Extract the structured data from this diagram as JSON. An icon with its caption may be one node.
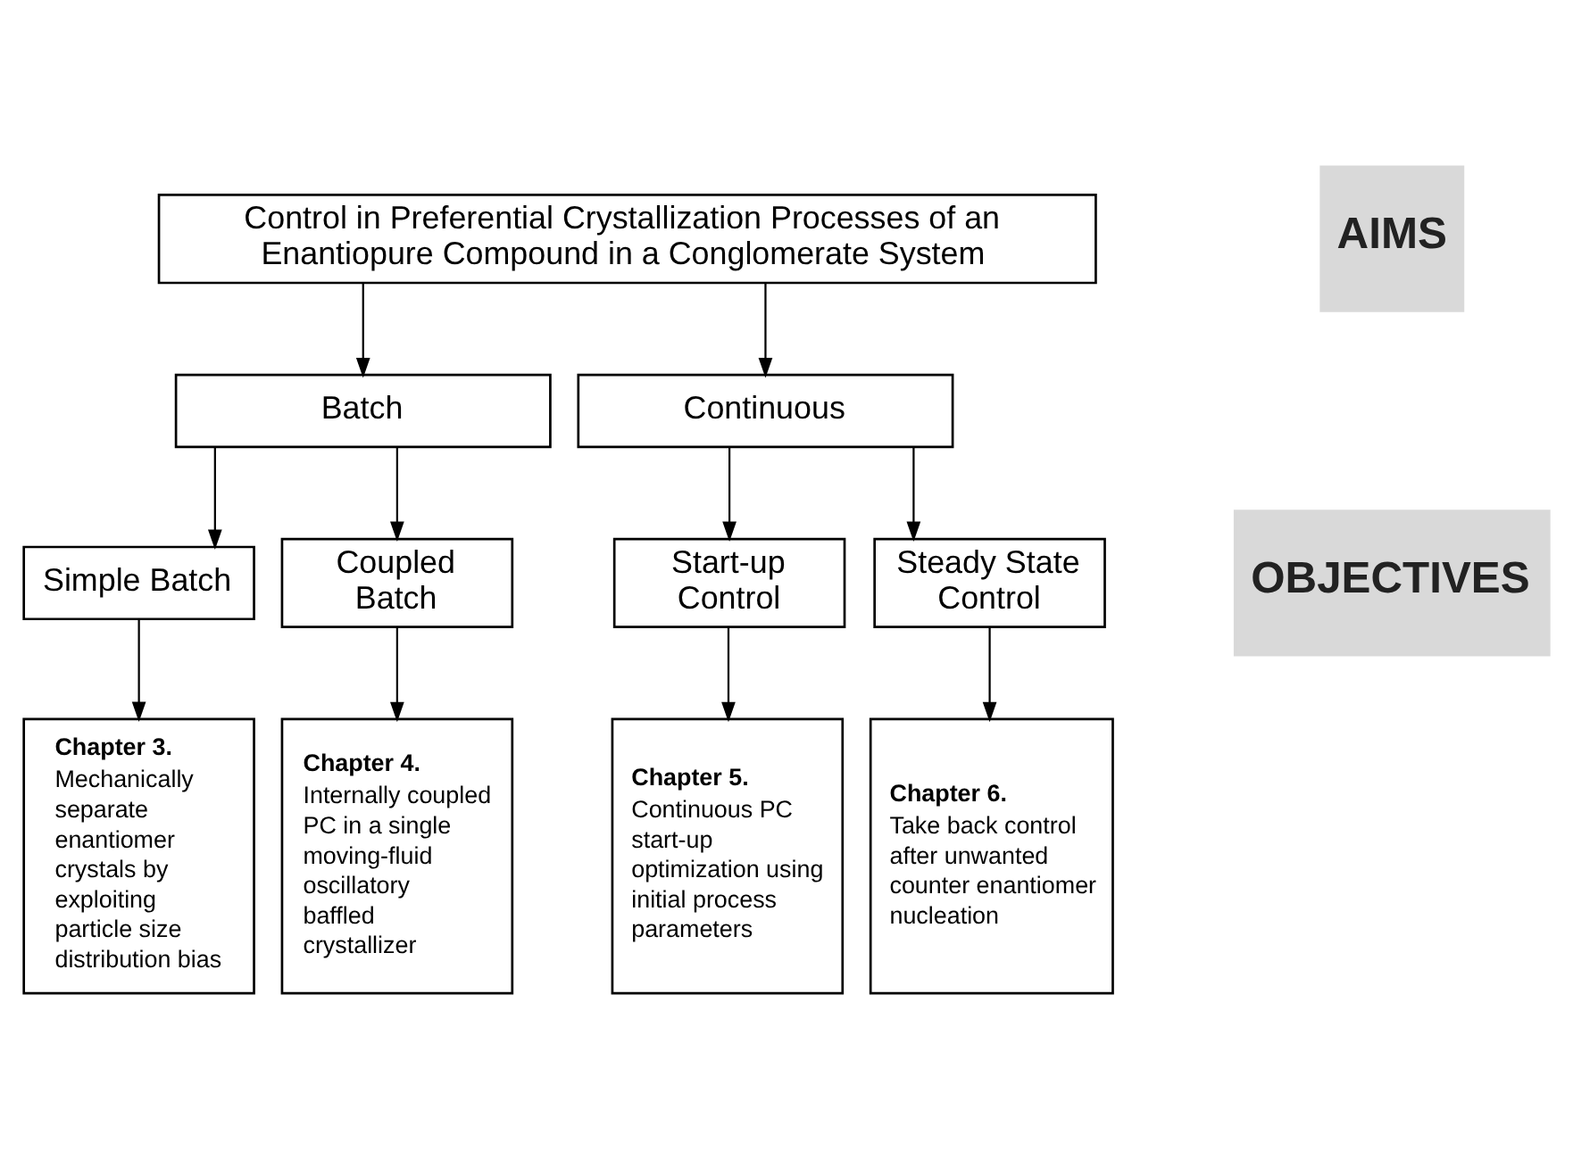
{
  "diagram": {
    "nodes": [
      {
        "text": [
          "Control in Preferential Crystallization Processes of an Enantiopure Compound in a Conglomerate System"
        ]
      },
      {
        "text": [
          "Batch"
        ]
      },
      {
        "text": [
          "Continuous"
        ]
      },
      {
        "text": [
          "Simple Batch"
        ]
      },
      {
        "text": [
          "Coupled Batch"
        ]
      },
      {
        "text": [
          "Start-up Control"
        ]
      },
      {
        "text": [
          "Steady State Control"
        ]
      },
      {
        "text": [
          "Chapter 3.",
          "Mechanically separate enantiomer crystals by exploiting particle size distribution bias"
        ]
      },
      {
        "text": [
          "Chapter 4.",
          "Internally coupled PC in a single moving-fluid oscillatory baffled crystallizer"
        ]
      },
      {
        "text": [
          "Chapter 5.",
          "Continuous PC start-up optimization using initial process parameters"
        ]
      },
      {
        "text": [
          "Chapter 6.",
          "Take back control after unwanted counter enantiomer nucleation"
        ]
      },
      {
        "text": [
          "AIMS"
        ]
      },
      {
        "text": [
          "OBJECTIVES"
        ]
      }
    ],
    "edges": [
      {
        "from": 0,
        "to": 1,
        "arrow": "to"
      },
      {
        "from": 0,
        "to": 2,
        "arrow": "to"
      },
      {
        "from": 1,
        "to": 3,
        "arrow": "to"
      },
      {
        "from": 1,
        "to": 4,
        "arrow": "to"
      },
      {
        "from": 2,
        "to": 5,
        "arrow": "to"
      },
      {
        "from": 2,
        "to": 6,
        "arrow": "to"
      },
      {
        "from": 3,
        "to": 7,
        "arrow": "to"
      },
      {
        "from": 4,
        "to": 8,
        "arrow": "to"
      },
      {
        "from": 5,
        "to": 9,
        "arrow": "to"
      },
      {
        "from": 6,
        "to": 10,
        "arrow": "to"
      }
    ]
  }
}
